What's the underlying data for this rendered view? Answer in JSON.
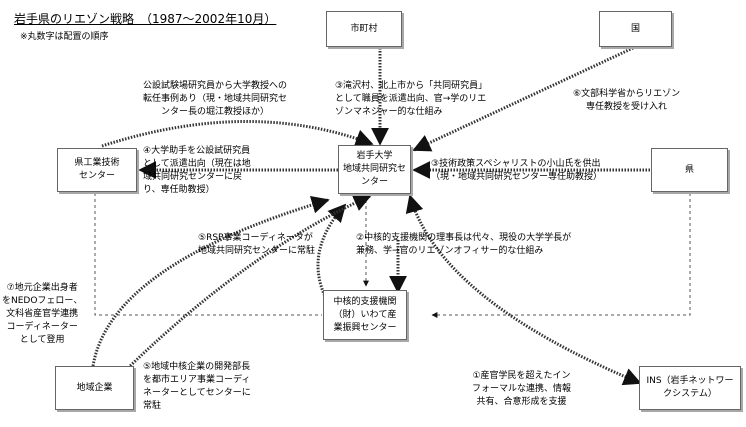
{
  "title": "岩手県のリエゾン戦略　（1987〜2002年10月）",
  "note": "※丸数字は配置の順序",
  "nodes": {
    "shichoson": "市町村",
    "kuni": "国",
    "ken_kogyo": "県工業技術\nセンター",
    "iwate_univ": "岩手大学\n地域共同研究セ\nンター",
    "ken": "県",
    "chukaku": "中核的支援機関\n（財）いわて産\n業振興センター",
    "chiiki_kigyo": "地域企業",
    "ins": "INS（岩手ネットワー\nクシステム）"
  },
  "labels": {
    "top_left": "公設試験場研究員から大学教授への\n転任事例あり（現・地域共同研究セ\nンター長の堀江教授ほか）",
    "l3": "③滝沢村、北上市から「共同研究員」\nとして職員を派遣出向、官→学のリエ\nゾンマネジャー的な仕組み",
    "l6": "⑥文部科学省からリエゾン\n専任教授を受け入れ",
    "l4": "④大学助手を公設試研究員\nとして派遣出向（現在は地\n域共同研究センターに戻\nり、専任助教授）",
    "l3b": "③技術政策スペシャリストの小山氏を供出\n（現・地域共同研究センター専任助教授）",
    "l5": "⑤RSP事業コーディネータが\n地域共同研究センターに常駐",
    "l2": "②中核的支援機関の理事長は代々、現役の大学学長が\n兼務、学→官のリエゾンオフィサー的な仕組み",
    "l7": "⑦地元企業出身者\nをNEDOフェロー、\n文科省産官学連携\nコーディネーター\nとして登用",
    "l5b": "⑤地域中核企業の開発部長\nを都市エリア事業コーディ\nネーターとしてセンターに\n常駐",
    "l1": "①産官学民を超えたイン\nフォーマルな連携、情報\n共有、合意形成を支援"
  }
}
